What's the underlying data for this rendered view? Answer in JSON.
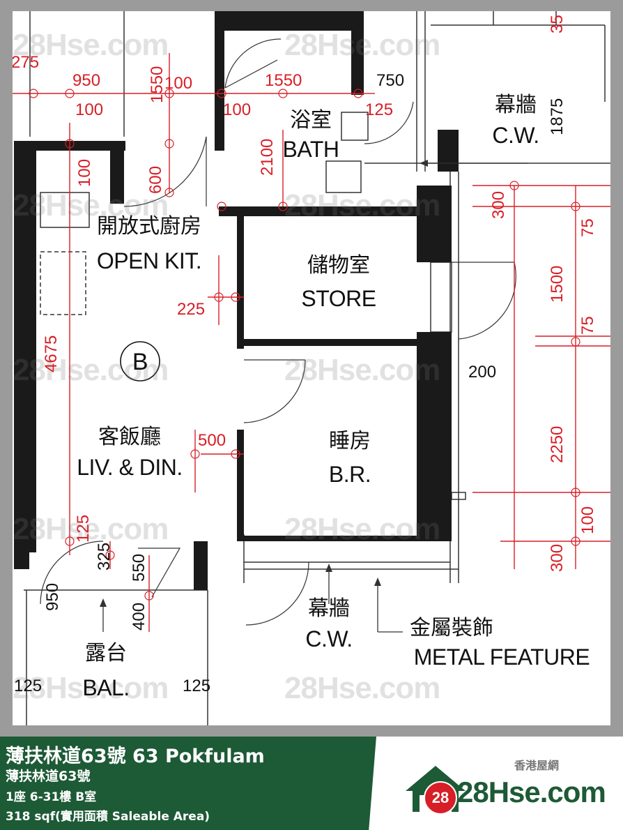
{
  "rooms": {
    "bath": {
      "zh": "浴室",
      "en": "BATH"
    },
    "cw_top": {
      "zh": "幕牆",
      "en": "C.W."
    },
    "kitchen": {
      "zh": "開放式廚房",
      "en": "OPEN KIT."
    },
    "store": {
      "zh": "儲物室",
      "en": "STORE"
    },
    "unit": "B",
    "living": {
      "zh": "客飯廳",
      "en": "LIV. & DIN."
    },
    "bedroom": {
      "zh": "睡房",
      "en": "B.R."
    },
    "cw_bottom": {
      "zh": "幕牆",
      "en": "C.W."
    },
    "metal": {
      "zh": "金屬裝飾",
      "en": "METAL FEATURE"
    },
    "balcony": {
      "zh": "露台",
      "en": "BAL."
    }
  },
  "dimensions": {
    "d275": "275",
    "d950a": "950",
    "d1550a": "1550",
    "d100a": "100",
    "d1550b": "1550",
    "d750": "750",
    "d35": "35",
    "d100b": "100",
    "d100c": "100",
    "d125a": "125",
    "d1875": "1875",
    "d2100": "2100",
    "d100d": "100",
    "d600": "600",
    "d300a": "300",
    "d75a": "75",
    "d1500": "1500",
    "d225": "225",
    "d75b": "75",
    "d4675": "4675",
    "d200": "200",
    "d500": "500",
    "d2250": "2250",
    "d100e": "100",
    "d125b": "125",
    "d325": "325",
    "d550": "550",
    "d300b": "300",
    "d950b": "950",
    "d400": "400",
    "d125c": "125",
    "d125d": "125"
  },
  "watermark": {
    "text": "28Hse.com",
    "badge": "28"
  },
  "footer": {
    "title": "薄扶林道63號 63 Pokfulam",
    "subtitle": "薄扶林道63號",
    "unit_line": "1座 6-31樓 B室",
    "area_line": "318 sqf(實用面積 Saleable Area)"
  },
  "brand": {
    "zh": "香港屋網",
    "en": "28Hse.com",
    "badge": "28"
  },
  "colors": {
    "wall": "#1a1a1a",
    "dimension": "#d81e26",
    "footer": "#1d5a36"
  }
}
